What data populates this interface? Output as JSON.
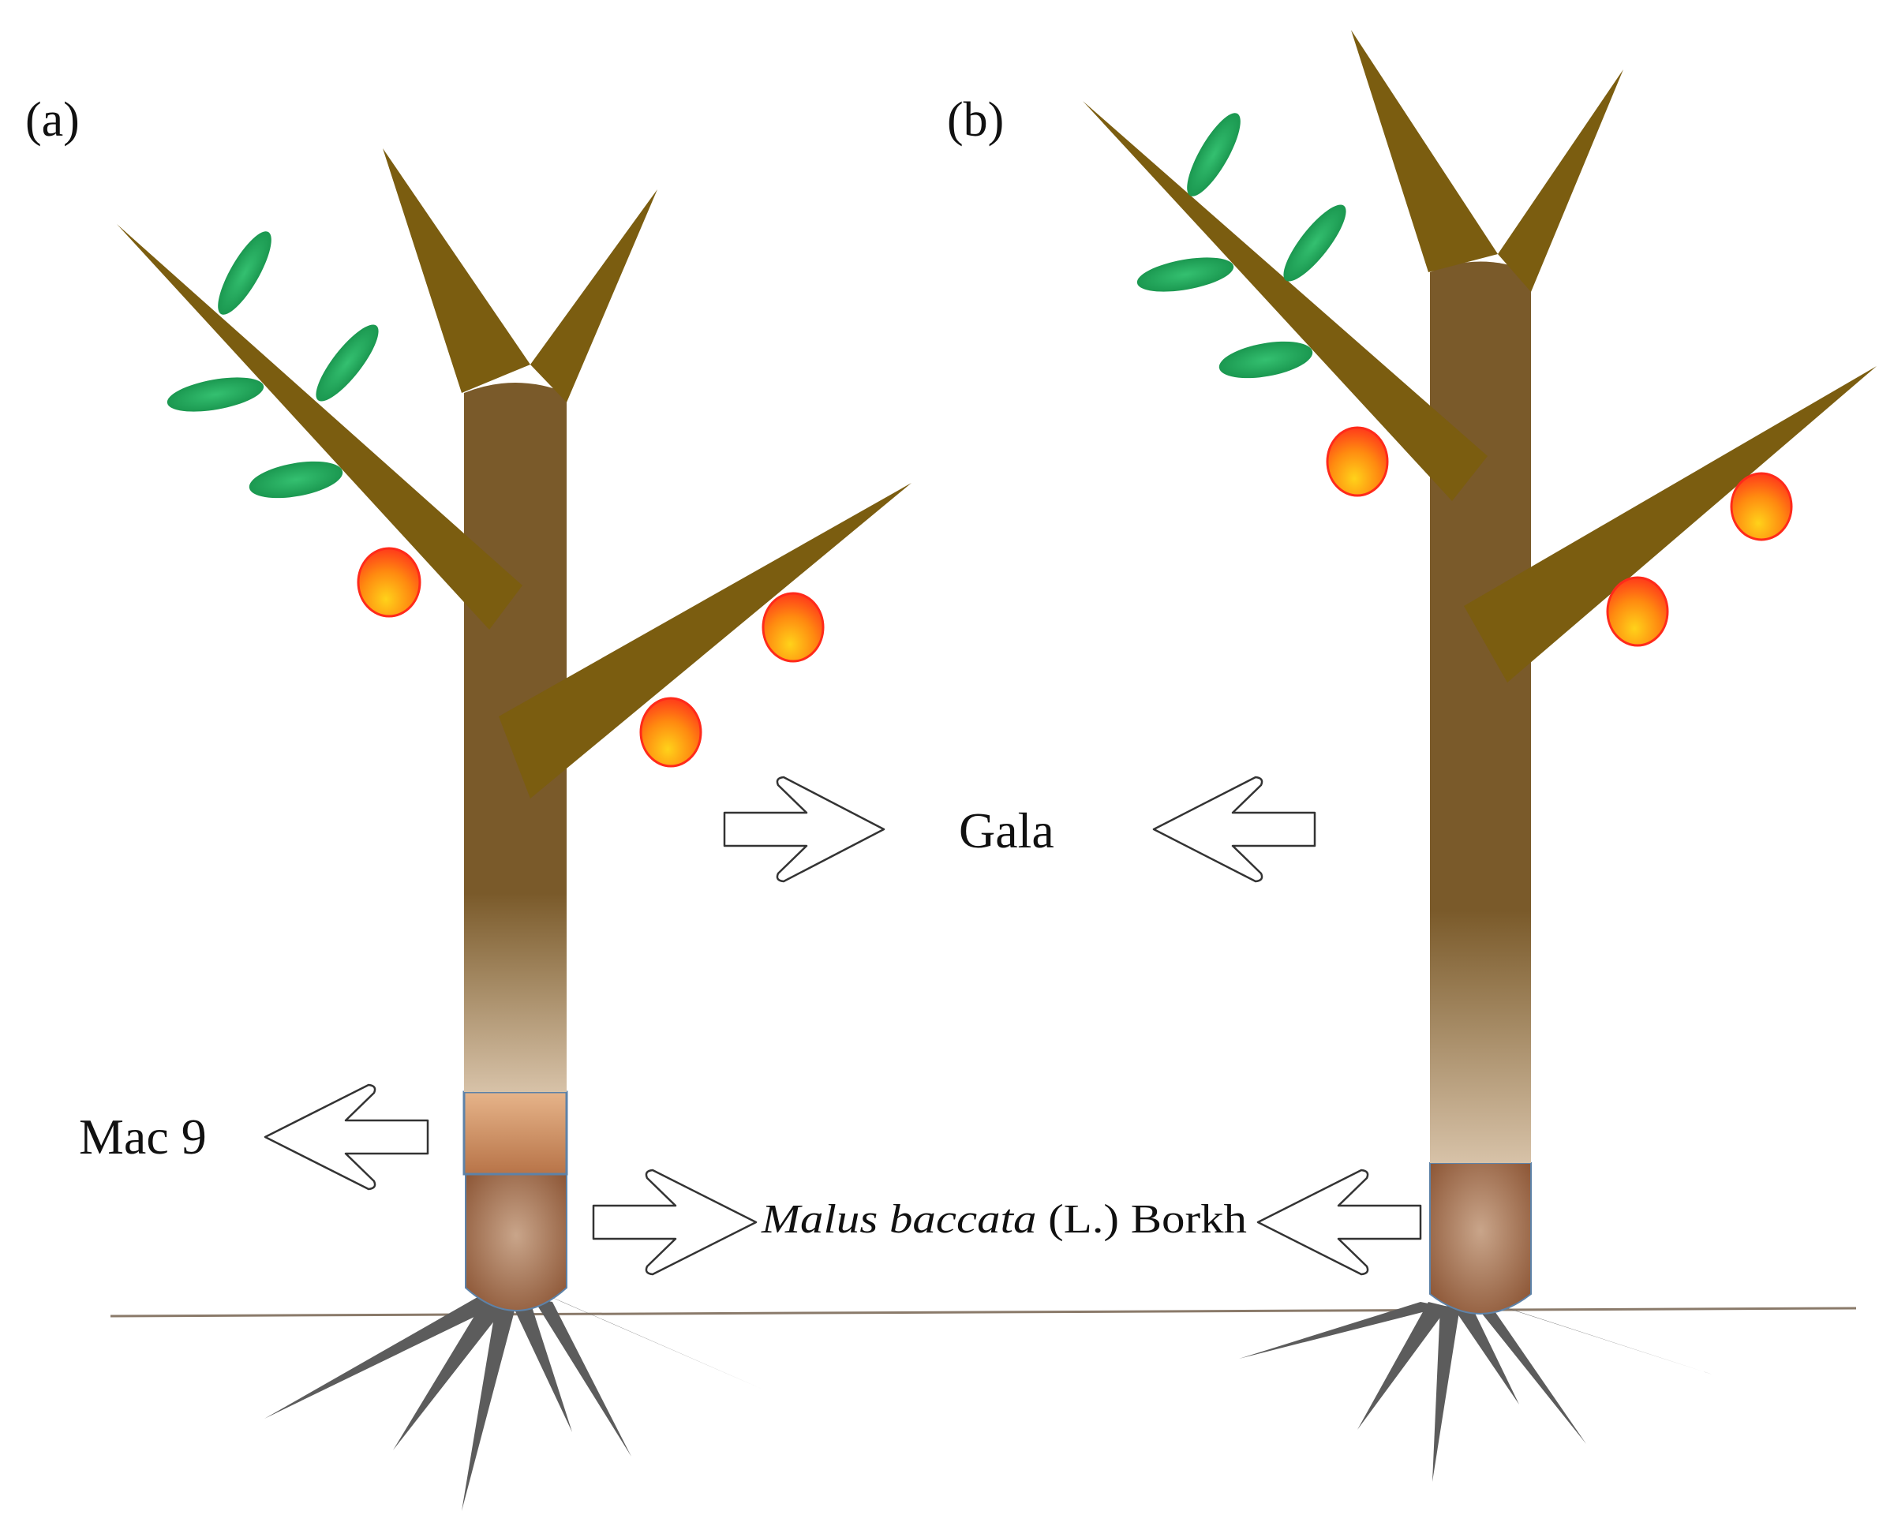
{
  "panels": {
    "a": "(a)",
    "b": "(b)"
  },
  "labels": {
    "scion": "Gala",
    "interstock": "Mac 9",
    "rootstock_species": "Malus baccata",
    "rootstock_authority": "(L.) Borkh"
  },
  "colors": {
    "trunk": "#7a5a2a",
    "branch": "#7b5d10",
    "leaf": "#1fa055",
    "fruit_center": "#ffd21a",
    "fruit_edge": "#ff3b1a",
    "interstock": "#c88a5a",
    "rootstock": "#b48060",
    "roots": "#5c5c5c",
    "ground": "#8a7a6a"
  }
}
